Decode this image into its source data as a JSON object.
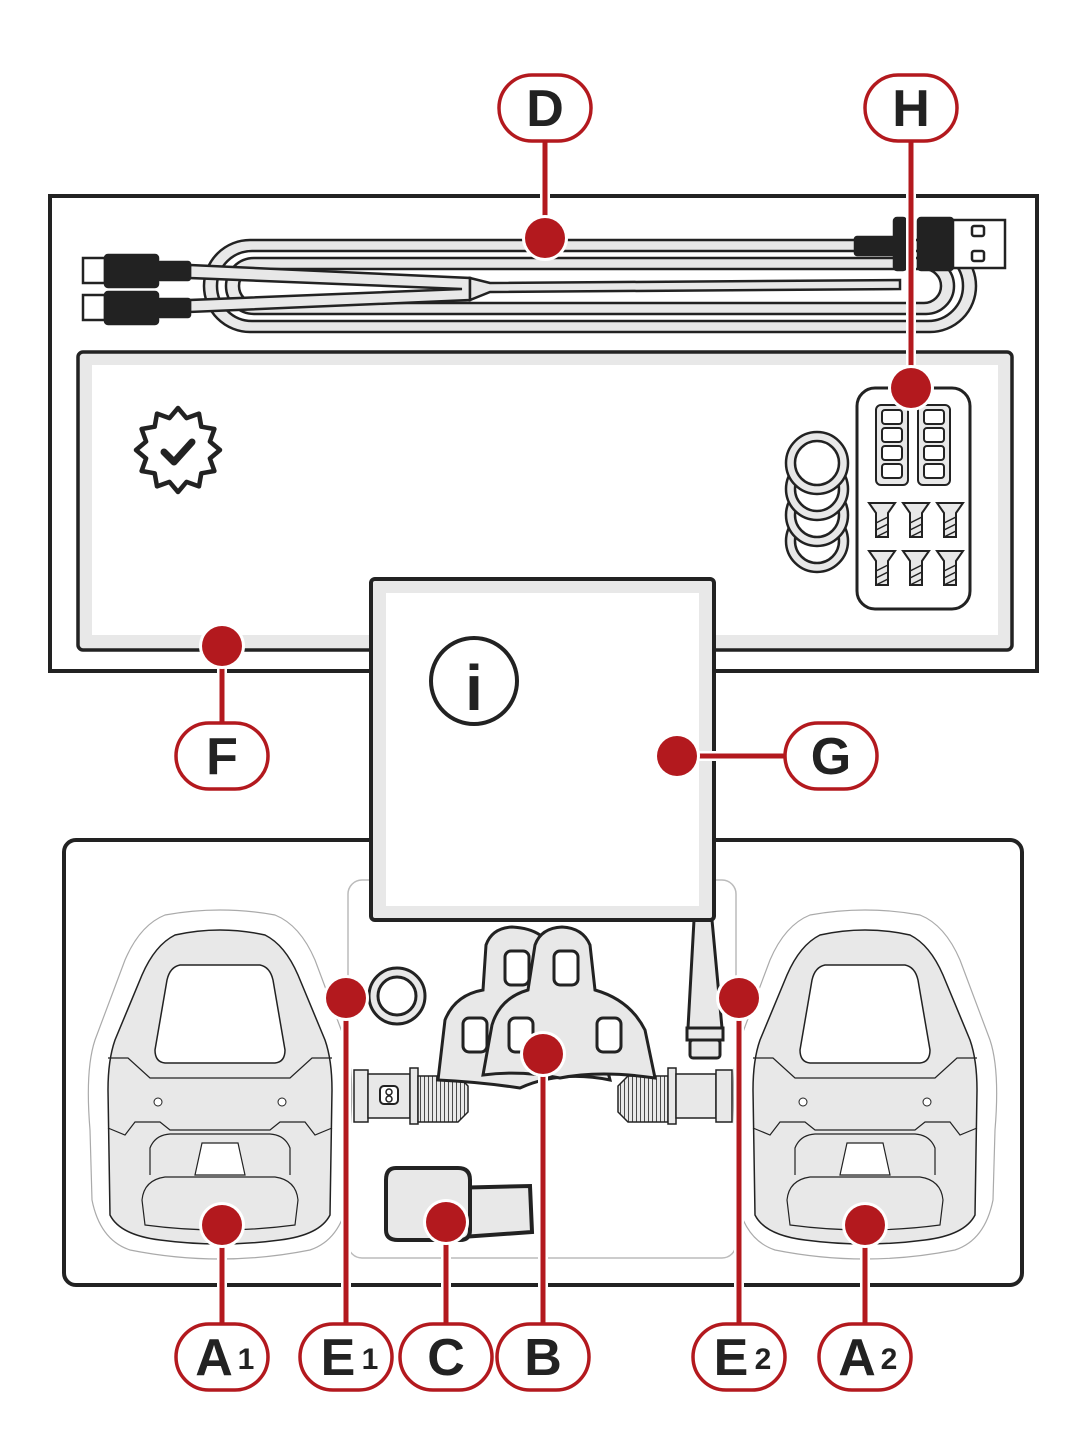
{
  "diagram": {
    "title": "Package contents",
    "colors": {
      "accent": "#b3191e",
      "outline": "#222222",
      "fill_light": "#e8e8e8",
      "background": "#ffffff"
    },
    "callouts": [
      {
        "id": "D",
        "letter": "D",
        "sub": "",
        "part": "USB charging cable (dual USB-C to USB-A)"
      },
      {
        "id": "H",
        "letter": "H",
        "sub": "",
        "part": "Spare parts pack (washers, cleat nuts, screws)"
      },
      {
        "id": "F",
        "letter": "F",
        "sub": "",
        "part": "Warranty card tray"
      },
      {
        "id": "G",
        "letter": "G",
        "sub": "",
        "part": "Information booklet"
      },
      {
        "id": "A1",
        "letter": "A",
        "sub": "1",
        "part": "Left pedal"
      },
      {
        "id": "E1",
        "letter": "E",
        "sub": "1",
        "part": "Left spindle washer/nut"
      },
      {
        "id": "C",
        "letter": "C",
        "sub": "",
        "part": "Charging clip"
      },
      {
        "id": "B",
        "letter": "B",
        "sub": "",
        "part": "Cleats"
      },
      {
        "id": "E2",
        "letter": "E",
        "sub": "2",
        "part": "Right spindle tool"
      },
      {
        "id": "A2",
        "letter": "A",
        "sub": "2",
        "part": "Right pedal"
      }
    ],
    "icons": {
      "warranty": "badge-check-icon",
      "info": "info-icon"
    },
    "info_glyph": "i",
    "washer_count": 4,
    "cleat_nut_count": 2,
    "screw_count": 6
  }
}
